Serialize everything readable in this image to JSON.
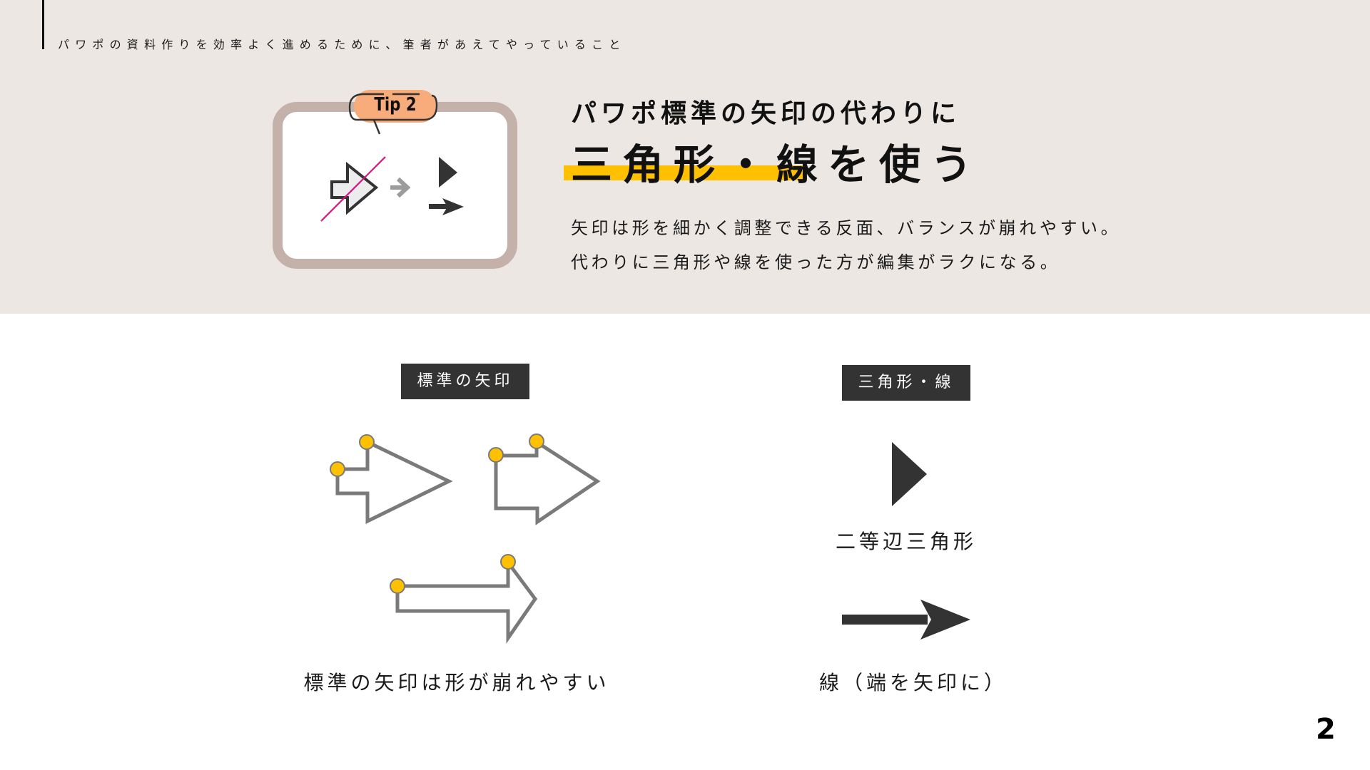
{
  "header": {
    "kicker": "パワポの資料作りを効率よく進めるために、筆者があえてやっていること"
  },
  "tip": {
    "badge_label": "Tip 2",
    "colors": {
      "card_frame": "#c4b1a9",
      "badge_fill": "#f8ab7b",
      "strike_line": "#d6147c"
    }
  },
  "title": {
    "subtitle": "パワポ標準の矢印の代わりに",
    "main": "三角形・線を使う",
    "highlight_color": "#ffc000"
  },
  "description": {
    "lines": [
      "矢印は形を細かく調整できる反面、バランスが崩れやすい。",
      "代わりに三角形や線を使った方が編集がラクになる。"
    ]
  },
  "left_section": {
    "badge": "標準の矢印",
    "caption": "標準の矢印は形が崩れやすい",
    "handle_color": "#ffc000",
    "stroke_color": "#7a7a7a"
  },
  "right_section": {
    "badge": "三角形・線",
    "triangle_caption": "二等辺三角形",
    "line_caption": "線（端を矢印に）",
    "shape_color": "#333333"
  },
  "footer": {
    "page_number": "2"
  }
}
